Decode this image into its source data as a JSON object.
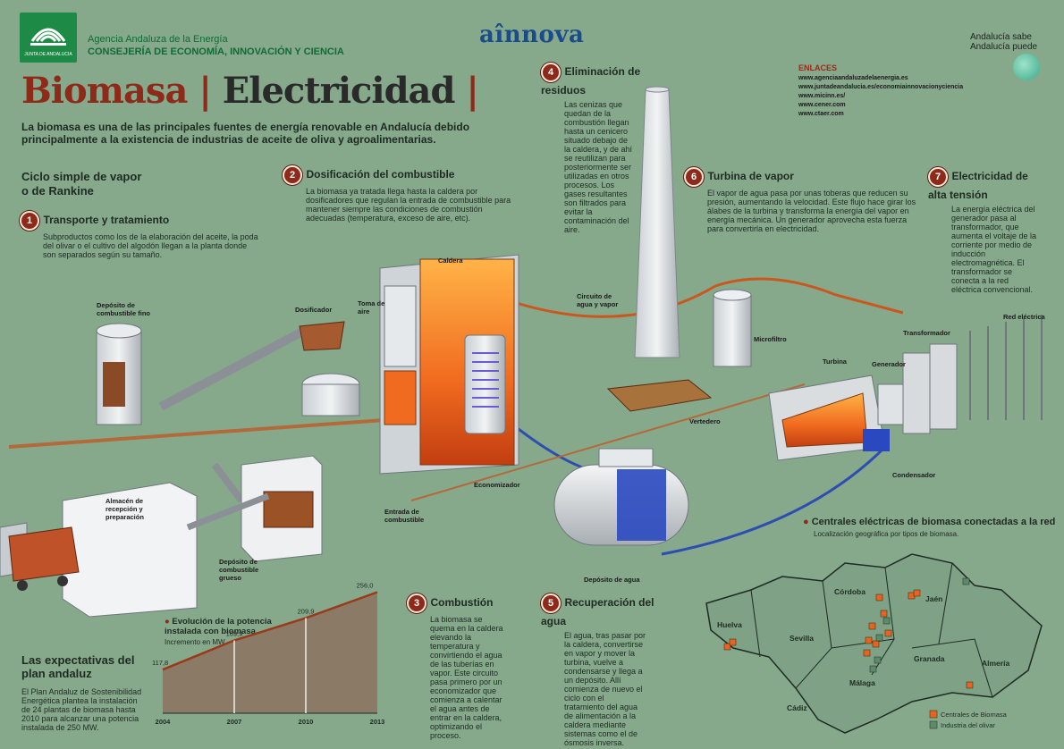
{
  "header": {
    "agency": "Agencia Andaluza de la Energía",
    "council": "CONSEJERÍA DE ECONOMÍA, INNOVACIÓN Y CIENCIA",
    "logo_text": "JUNTA DE ANDALUCIA",
    "innova": "aînnova",
    "brand_line1": "Andalucía sabe",
    "brand_line2": "Andalucía puede"
  },
  "title": {
    "part1": "Biomasa",
    "part2": "Electricidad"
  },
  "intro": "La biomasa es una de las principales fuentes de energía renovable en Andalucía debido principalmente a la existencia de industrias de aceite de oliva y agroalimentarias.",
  "links": {
    "heading": "ENLACES",
    "items": [
      "www.agenciaandaluzadelaenergia.es",
      "www.juntadeandalucia.es/economiainnovacionyciencia",
      "www.micinn.es/",
      "www.cener.com",
      "www.ctaer.com"
    ]
  },
  "cycle_title": "Ciclo simple de vapor o de Rankine",
  "steps": [
    {
      "n": "1",
      "title": "Transporte y tratamiento",
      "text": "Subproductos como los de la elaboración del aceite, la poda del olivar o el cultivo del algodón llegan a la planta donde son separados según su tamaño."
    },
    {
      "n": "2",
      "title": "Dosificación del combustible",
      "text": "La biomasa ya tratada llega hasta la caldera por dosificadores que regulan la entrada de combustible para mantener siempre las condiciones de combustión adecuadas (temperatura, exceso de aire, etc)."
    },
    {
      "n": "3",
      "title": "Combustión",
      "text": "La biomasa se quema en la caldera elevando la temperatura y convirtiendo el agua de las tuberías en vapor. Este circuito pasa primero por un economizador que comienza a calentar el agua antes de entrar en la caldera, optimizando el proceso."
    },
    {
      "n": "4",
      "title": "Eliminación de residuos",
      "text": "Las cenizas que quedan de la combustión llegan hasta un cenicero situado debajo de la caldera, y de ahí se reutilizan para posteriormente ser utilizadas en otros procesos. Los gases resultantes son filtrados para evitar la contaminación del aire."
    },
    {
      "n": "5",
      "title": "Recuperación del agua",
      "text": "El agua, tras pasar por la caldera, convertirse en vapor y mover la turbina, vuelve a condensarse y llega a un depósito. Allí comienza de nuevo el ciclo con el tratamiento del agua de alimentación a la caldera mediante sistemas como el de ósmosis inversa."
    },
    {
      "n": "6",
      "title": "Turbina de vapor",
      "text": "El vapor de agua pasa por unas toberas que reducen su presión, aumentando la velocidad. Este flujo hace girar los álabes de la turbina y transforma la energía del vapor en energía mecánica. Un generador aprovecha esta fuerza para convertirla en electricidad."
    },
    {
      "n": "7",
      "title": "Electricidad de alta tensión",
      "text": "La energía eléctrica del generador pasa al transformador, que aumenta el voltaje de la corriente por medio de inducción electromagnética. El transformador se conecta a la red eléctrica convencional."
    }
  ],
  "labels": {
    "deposito_fino": "Depósito de combustible fino",
    "dosificador": "Dosificador",
    "toma_aire": "Toma de aire",
    "caldera": "Caldera",
    "circuito": "Circuito de agua y vapor",
    "microfiltro": "Microfiltro",
    "vertedero": "Vertedero",
    "economizador": "Economizador",
    "entrada": "Entrada de combustible",
    "almacen": "Almacén de recepción y preparación",
    "deposito_grueso": "Depósito de combustible grueso",
    "deposito_agua": "Depósito de agua",
    "turbina": "Turbina",
    "generador": "Generador",
    "transformador": "Transformador",
    "red": "Red eléctrica",
    "condensador": "Condensador"
  },
  "map": {
    "title": "Centrales eléctricas de biomasa conectadas a la red",
    "subtitle": "Localización geográfica por tipos de biomasa.",
    "provinces": [
      "Huelva",
      "Sevilla",
      "Córdoba",
      "Jaén",
      "Granada",
      "Almería",
      "Málaga",
      "Cádiz"
    ],
    "legend": [
      "Centrales de Biomasa",
      "Industria del olivar"
    ],
    "colors": {
      "biomasa": "#e8641e",
      "olivar": "#5e8a6a"
    }
  },
  "expectations": {
    "title": "Las expectativas del plan andaluz",
    "text": "El Plan Andaluz de Sostenibilidad Energética plantea la instalación de 24 plantas de biomasa hasta 2010 para alcanzar una potencia instalada de 250 MW."
  },
  "chart_data": {
    "type": "area",
    "title": "Evolución de la potencia instalada con biomasa",
    "subtitle": "Incremento en MW.",
    "x": [
      "2004",
      "2007",
      "2010",
      "2013"
    ],
    "values": [
      117.8,
      169.9,
      209.9,
      256.0
    ],
    "value_labels": [
      "117,8",
      "169,9",
      "209,9",
      "256,0"
    ],
    "ylim": [
      40,
      260
    ],
    "colors": {
      "area": "#8a7a66",
      "line": "#9a3a1a"
    }
  }
}
